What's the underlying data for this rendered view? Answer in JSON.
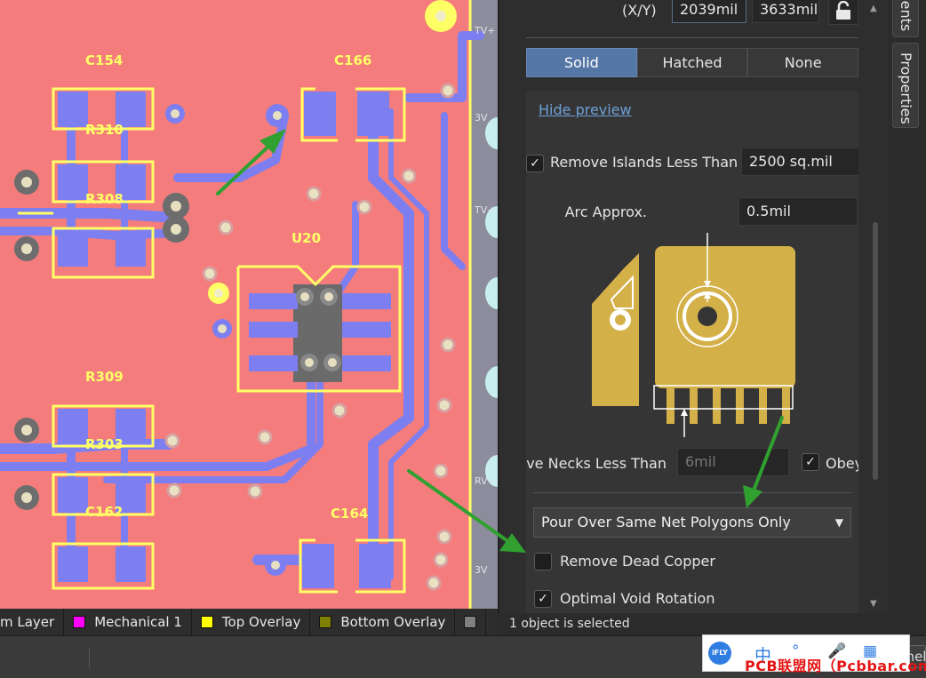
{
  "pcb": {
    "designators": [
      "C154",
      "C166",
      "R310",
      "R308",
      "U20",
      "R309",
      "R303",
      "C162",
      "C164"
    ],
    "edge_labels": [
      "TV+",
      "3V",
      "TV+",
      "RV+",
      "3V"
    ]
  },
  "layer_tabs": [
    {
      "label": "m Layer",
      "color": ""
    },
    {
      "label": "Mechanical 1",
      "color": "#ff00ff"
    },
    {
      "label": "Top Overlay",
      "color": "#ffff00"
    },
    {
      "label": "Bottom Overlay",
      "color": "#808000"
    },
    {
      "label": "",
      "color": "#808080"
    }
  ],
  "status": {
    "selection": "1 object is selected"
  },
  "properties": {
    "xy_label": "(X/Y)",
    "x_value": "2039mil",
    "y_value": "3633mil",
    "fill_modes": [
      {
        "label": "Solid",
        "active": true
      },
      {
        "label": "Hatched",
        "active": false
      },
      {
        "label": "None",
        "active": false
      }
    ],
    "hide_preview": "Hide preview",
    "remove_islands": {
      "label": "Remove Islands Less Than",
      "value": "2500 sq.mil",
      "checked": true
    },
    "arc_approx": {
      "label": "Arc Approx.",
      "value": "0.5mil"
    },
    "remove_necks": {
      "label": "Remove Necks Less Than",
      "value": "6mil"
    },
    "obey": {
      "label": "Obey",
      "checked": true
    },
    "pour_mode": "Pour Over Same Net Polygons Only",
    "remove_dead_copper": {
      "label": "Remove Dead Copper",
      "checked": false
    },
    "optimal_void_rotation": {
      "label": "Optimal Void Rotation",
      "checked": true
    }
  },
  "side_tabs": [
    "Components",
    "Properties"
  ],
  "panels_button": "Panels",
  "ifly": {
    "logo": "iFLY",
    "icons": [
      "中",
      "°",
      "🎤",
      "▦"
    ]
  },
  "watermark": "PCB联盟网（Pcbbar.com）",
  "colors": {
    "pcb_background": "#f47c7c",
    "track": "#7d7ff0",
    "overlay": "#ffff66",
    "accent": "#5577a5",
    "arrow": "#30a030",
    "preview_copper": "#d4b048"
  }
}
